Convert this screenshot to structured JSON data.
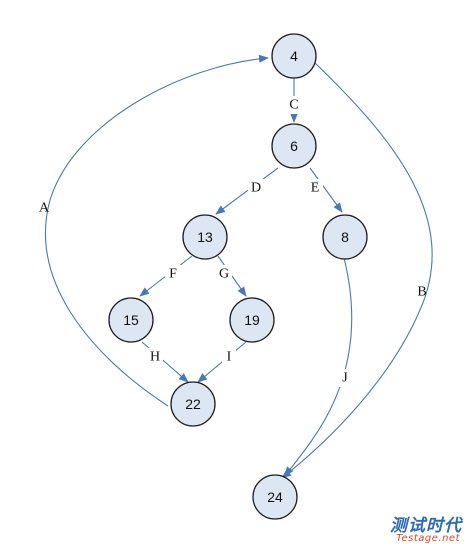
{
  "nodes": [
    {
      "id": "n4",
      "label": "4"
    },
    {
      "id": "n6",
      "label": "6"
    },
    {
      "id": "n13",
      "label": "13"
    },
    {
      "id": "n8",
      "label": "8"
    },
    {
      "id": "n15",
      "label": "15"
    },
    {
      "id": "n19",
      "label": "19"
    },
    {
      "id": "n22",
      "label": "22"
    },
    {
      "id": "n24",
      "label": "24"
    }
  ],
  "edges": [
    {
      "label": "A",
      "from": "22",
      "to": "4"
    },
    {
      "label": "B",
      "from": "4",
      "to": "24"
    },
    {
      "label": "C",
      "from": "4",
      "to": "6"
    },
    {
      "label": "D",
      "from": "6",
      "to": "13"
    },
    {
      "label": "E",
      "from": "6",
      "to": "8"
    },
    {
      "label": "F",
      "from": "13",
      "to": "15"
    },
    {
      "label": "G",
      "from": "13",
      "to": "19"
    },
    {
      "label": "H",
      "from": "15",
      "to": "22"
    },
    {
      "label": "I",
      "from": "19",
      "to": "22"
    },
    {
      "label": "J",
      "from": "8",
      "to": "24"
    }
  ],
  "watermark": {
    "main": "测试时代",
    "sub": "Testage.net"
  },
  "colors": {
    "node_fill": "#dde6f3",
    "edge": "#4a78b5",
    "node_stroke": "#1f1f1f"
  }
}
